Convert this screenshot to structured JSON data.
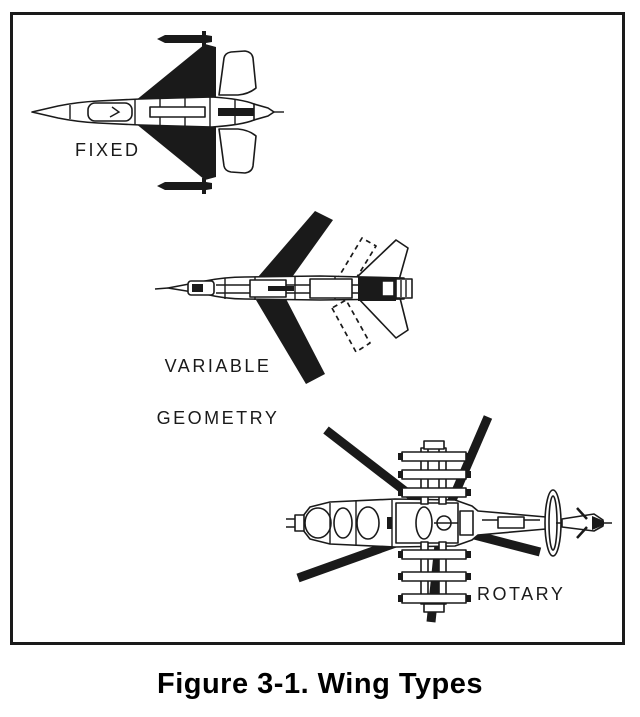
{
  "colors": {
    "ink": "#1a1a1a",
    "paper": "#ffffff"
  },
  "figure": {
    "caption": "Figure 3-1. Wing Types",
    "labels": {
      "fixed": "FIXED",
      "variable_line1": "VARIABLE",
      "variable_line2": "GEOMETRY",
      "rotary": "ROTARY"
    },
    "drawings": {
      "fixed": "fighter-jet-top-view-black-fixed-wings",
      "variable_geometry": "swing-wing-jet-top-view-swept-black-wings-dashed-extended-positions",
      "rotary": "attack-helicopter-top-view-black-rotor-blades"
    }
  }
}
